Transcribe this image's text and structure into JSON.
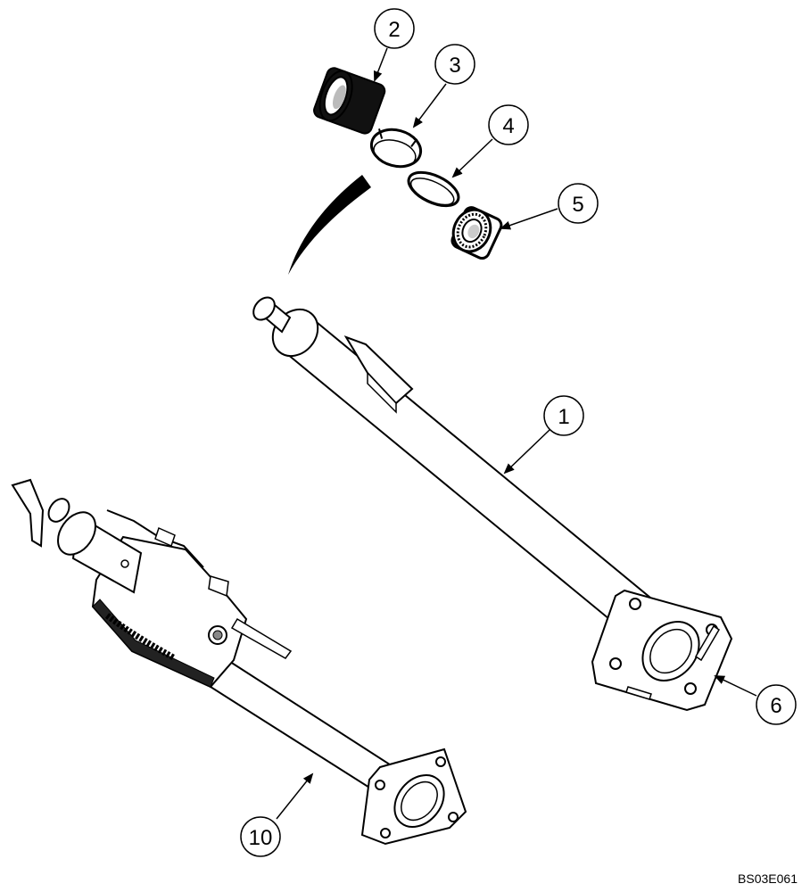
{
  "figure": {
    "code": "BS03E061",
    "callouts": [
      {
        "id": "1",
        "label": "1"
      },
      {
        "id": "2",
        "label": "2"
      },
      {
        "id": "3",
        "label": "3"
      },
      {
        "id": "4",
        "label": "4"
      },
      {
        "id": "5",
        "label": "5"
      },
      {
        "id": "6",
        "label": "6"
      },
      {
        "id": "10",
        "label": "10"
      }
    ]
  }
}
